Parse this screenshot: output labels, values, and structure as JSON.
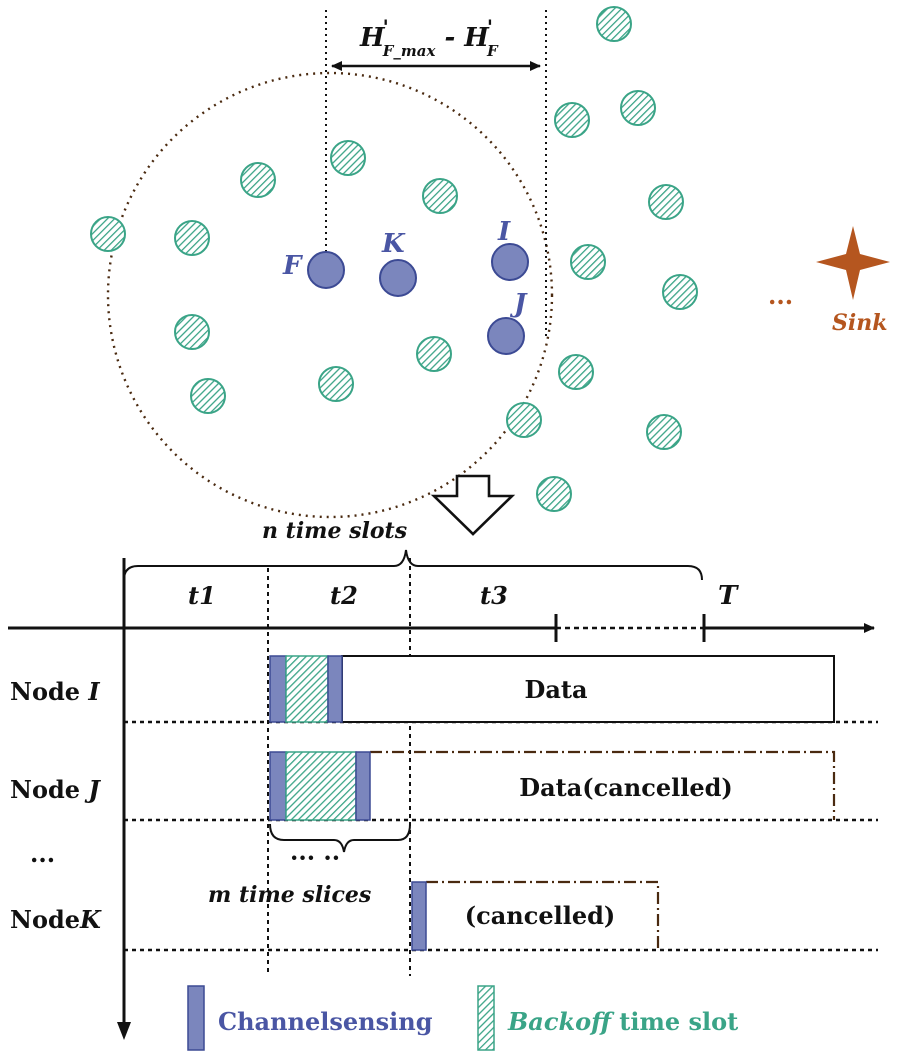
{
  "colors": {
    "node_blue": "#7b86bd",
    "node_blue_stroke": "#3c4a94",
    "neighbor_green": "#3aa487",
    "sink_orange": "#b5561f",
    "line": "#111111",
    "dotted_brown": "#4a2a10"
  },
  "labels": {
    "h_diff_a": "H",
    "h_diff_a_sub": "F_max",
    "h_diff_sep": " - ",
    "h_diff_b": "H",
    "h_diff_b_sub": "F",
    "node_f": "F",
    "node_k": "K",
    "node_i": "I",
    "node_j": "J",
    "sink": "Sink",
    "ellipsis_right": "...",
    "n_time_slots": "n time slots",
    "t1": "t1",
    "t2": "t2",
    "t3": "t3",
    "t_total": "T",
    "row_i_prefix": "Node ",
    "row_i_var": "I",
    "row_j_prefix": "Node ",
    "row_j_var": "J",
    "row_dots": "...",
    "row_k_prefix": "Node",
    "row_k_var": "K",
    "slice_dots": "··· ··",
    "m_time_slices": "m time slices",
    "data_i": "Data",
    "data_j": "Data(cancelled)",
    "data_k": "(cancelled)",
    "legend_sensing": "Channelsensing",
    "legend_backoff_em": "Backoff",
    "legend_backoff_rest": " time slot"
  },
  "icons": {
    "down_arrow": "hollow-down-arrow-icon",
    "sink": "four-point-star-icon",
    "neighbor": "hatched-circle-icon"
  }
}
